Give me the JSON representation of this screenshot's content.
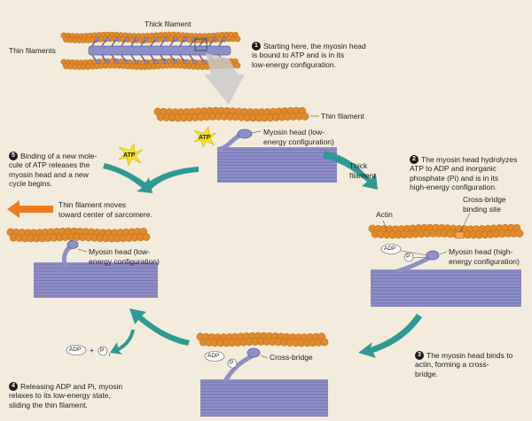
{
  "labels": {
    "thick_filament_top": "Thick filament",
    "thin_filaments": "Thin filaments",
    "thin_filament_center": "Thin filament",
    "thick_filament_center": "Thick\nfilament",
    "myosin_low_center": "Myosin head (low-\nenergy configuration)",
    "myosin_low_left": "Myosin head (low-\nenergy configuration)",
    "actin": "Actin",
    "binding_site": "Cross-bridge\nbinding site",
    "myosin_high": "Myosin head (high-\nenergy configuration)",
    "cross_bridge": "Cross-bridge",
    "thin_moves": "Thin filament moves\ntoward center of sarcomere.",
    "atp": "ATP",
    "adp": "ADP",
    "pi": "P",
    "pi_sub": "i",
    "plus": "+"
  },
  "steps": [
    {
      "num": "1",
      "text": "Starting here, the myosin head\nis bound to ATP and is in its\nlow-energy configuration."
    },
    {
      "num": "2",
      "text": "The myosin head hydrolyzes\nATP to ADP and inorganic\nphosphate (Pi) and is in its\nhigh-energy configuration."
    },
    {
      "num": "3",
      "text": "The myosin head binds to\nactin, forming a cross-\nbridge."
    },
    {
      "num": "4",
      "text": "Releasing ADP and Pi, myosin\nrelaxes to its low-energy state,\nsliding the thin filament."
    },
    {
      "num": "5",
      "text": "Binding of a new mole-\ncule of ATP releases the\nmyosin head and a new\ncycle begins."
    }
  ],
  "colors": {
    "actin": "#e08a2a",
    "actin_dark": "#b5621a",
    "myosin": "#8e8fc8",
    "myosin_dark": "#5c5e9c",
    "arrow_teal": "#2f9a94",
    "arrow_orange": "#f07a1e",
    "atp_star": "#f7e21a",
    "background": "#f3ecdc"
  }
}
